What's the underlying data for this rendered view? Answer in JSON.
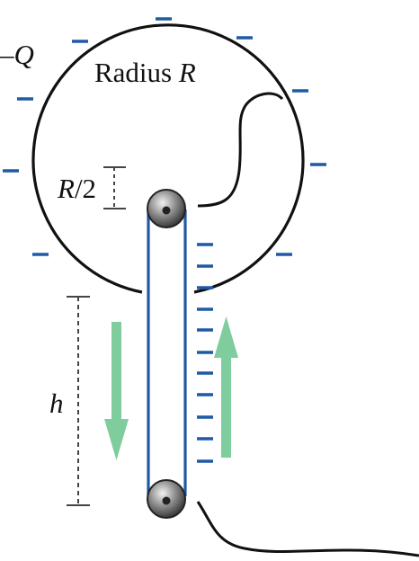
{
  "labels": {
    "charge_sign": "–",
    "charge_symbol": "Q",
    "sphere_word": "Radius ",
    "sphere_symbol": "R",
    "offset_symbol": "R",
    "offset_divisor": "/2",
    "height_symbol": "h"
  },
  "colors": {
    "sphere_charge": "#1f5aa6",
    "belt": "#1f5aa6",
    "belt_charge": "#1f5aa6",
    "motion_arrow": "#7fcc9c",
    "outline": "#111111",
    "dimension": "#444444"
  },
  "icons": {
    "pulley": "pulley-icon",
    "arrow_down": "arrow-down-icon",
    "arrow_up": "arrow-up-icon"
  }
}
